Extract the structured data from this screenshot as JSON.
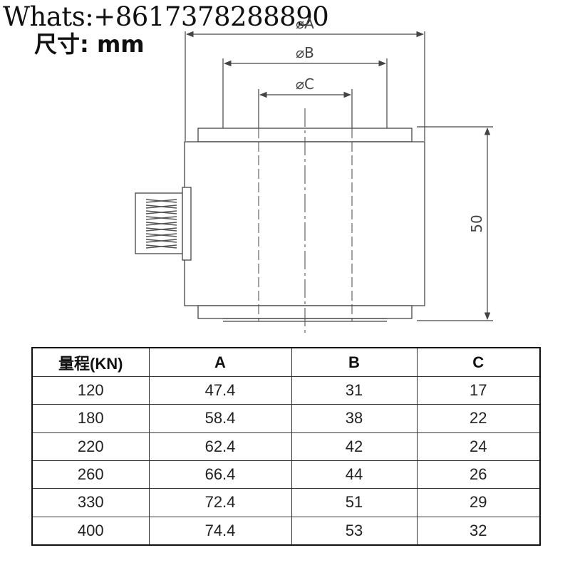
{
  "watermark": "Whats:+8617378288890",
  "unit_label": "尺寸: mm",
  "dimensions": {
    "diameter_a": "⌀A",
    "diameter_b": "⌀B",
    "diameter_c": "⌀C",
    "height": "50"
  },
  "table": {
    "headers": [
      "量程(KN)",
      "A",
      "B",
      "C"
    ],
    "rows": [
      [
        "120",
        "47.4",
        "31",
        "17"
      ],
      [
        "180",
        "58.4",
        "38",
        "22"
      ],
      [
        "220",
        "62.4",
        "42",
        "24"
      ],
      [
        "260",
        "66.4",
        "44",
        "26"
      ],
      [
        "330",
        "72.4",
        "51",
        "29"
      ],
      [
        "400",
        "74.4",
        "53",
        "32"
      ]
    ]
  }
}
